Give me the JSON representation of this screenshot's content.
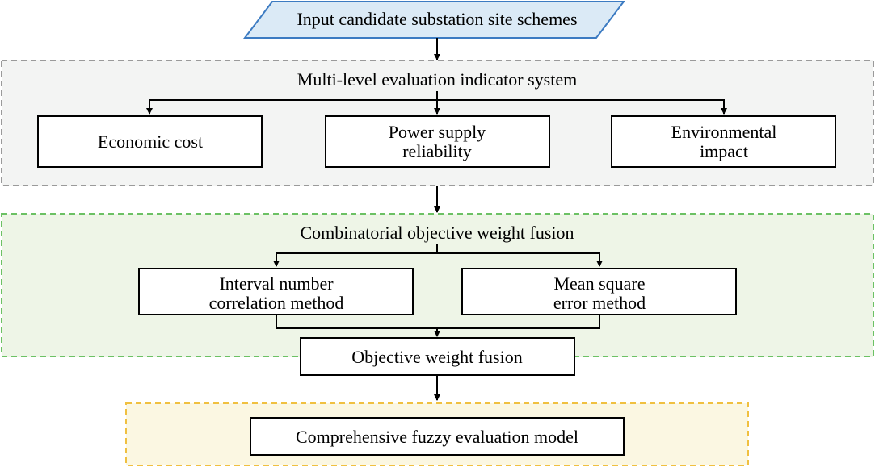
{
  "input": {
    "label": "Input candidate substation site schemes",
    "fill": "#dbeaf6",
    "stroke": "#3c7bc2"
  },
  "indicator_system": {
    "title": "Multi-level evaluation indicator system",
    "background": "#f3f4f3",
    "border": "#9a9a9a",
    "items": [
      {
        "lines": [
          "Economic cost"
        ]
      },
      {
        "lines": [
          "Power supply",
          "reliability"
        ]
      },
      {
        "lines": [
          "Environmental",
          "impact"
        ]
      }
    ]
  },
  "weight_fusion": {
    "title": "Combinatorial objective weight fusion",
    "background": "#eef5e7",
    "border": "#6cc164",
    "methods": [
      {
        "lines": [
          "Interval number",
          "correlation method"
        ]
      },
      {
        "lines": [
          "Mean square",
          "error method"
        ]
      }
    ],
    "result": {
      "label": "Objective weight fusion"
    }
  },
  "fuzzy_model": {
    "label": "Comprehensive fuzzy evaluation model",
    "background": "#fbf7e2",
    "border": "#f0c040"
  }
}
